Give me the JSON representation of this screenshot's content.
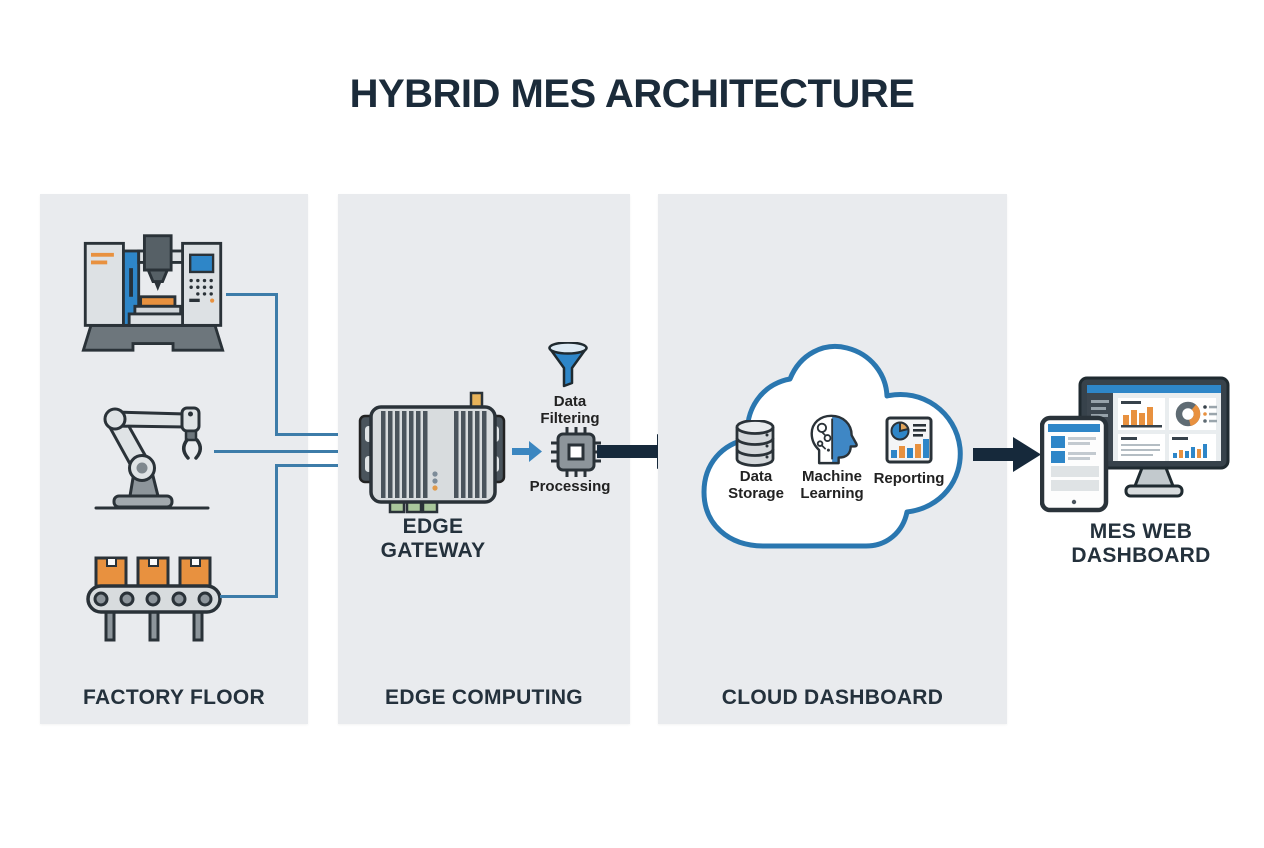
{
  "title": "HYBRID MES ARCHITECTURE",
  "sections": {
    "factory_floor": {
      "label": "FACTORY FLOOR",
      "icons": [
        "cnc-machine-icon",
        "robot-arm-icon",
        "conveyor-belt-icon"
      ]
    },
    "edge_computing": {
      "label": "EDGE COMPUTING",
      "gateway_label": "EDGE GATEWAY",
      "filtering_label": "Data Filtering",
      "processing_label": "Processing",
      "icons": [
        "edge-gateway-icon",
        "funnel-icon",
        "processor-chip-icon"
      ]
    },
    "cloud_dashboard": {
      "label": "CLOUD DASHBOARD",
      "items": [
        {
          "label": "Data Storage",
          "icon": "database-icon"
        },
        {
          "label": "Machine Learning",
          "icon": "machine-learning-head-icon"
        },
        {
          "label": "Reporting",
          "icon": "reporting-chart-icon"
        }
      ]
    }
  },
  "output": {
    "label": "MES WEB DASHBOARD",
    "icons": [
      "desktop-monitor-icon",
      "tablet-icon"
    ]
  },
  "colors": {
    "canvas_bg": "#ffffff",
    "panel_bg": "#e9ebee",
    "title_text": "#1b2b3a",
    "label_text": "#24313c",
    "connector_blue": "#3d7ca9",
    "accent_blue": "#2e86c8",
    "accent_orange": "#e8913f",
    "arrow_dark": "#16293b",
    "cloud_outline": "#2a77b0",
    "device_gray": "#d8dcde",
    "device_dark": "#37424b",
    "connector_green": "#a9c79b"
  }
}
